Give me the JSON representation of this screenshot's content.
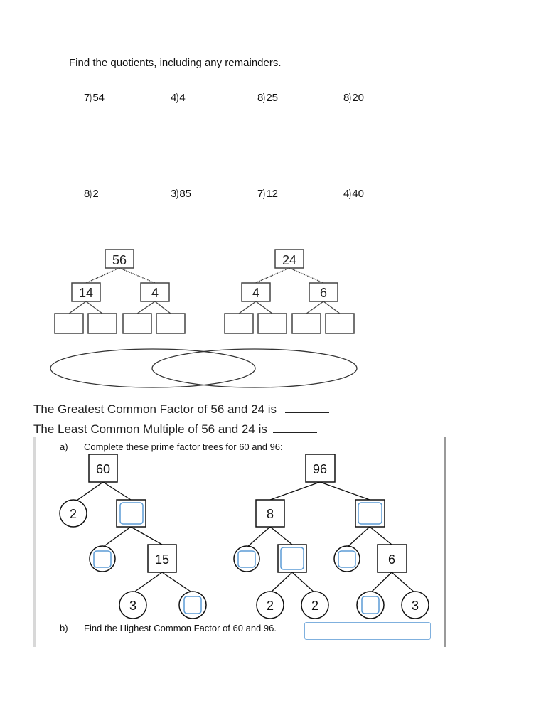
{
  "quotients": {
    "instruction": "Find the quotients, including any remainders.",
    "problems": [
      {
        "divisor": "7",
        "dividend": "54"
      },
      {
        "divisor": "4",
        "dividend": "4"
      },
      {
        "divisor": "8",
        "dividend": "25"
      },
      {
        "divisor": "8",
        "dividend": "20"
      },
      {
        "divisor": "8",
        "dividend": "2"
      },
      {
        "divisor": "3",
        "dividend": "85"
      },
      {
        "divisor": "7",
        "dividend": "12"
      },
      {
        "divisor": "4",
        "dividend": "40"
      }
    ]
  },
  "factor_trees_top": {
    "tree_a": {
      "root": "56",
      "left": "14",
      "right": "4"
    },
    "tree_b": {
      "root": "24",
      "left": "4",
      "right": "6"
    }
  },
  "gcf_sentence": "The Greatest Common Factor of 56 and 24 is",
  "lcm_sentence": "The Least Common Multiple of 56 and 24 is",
  "part_a": {
    "label": "a)",
    "text": "Complete these prime factor trees for 60 and 96:",
    "tree_60": {
      "root": "60",
      "prime": "2",
      "mid": "15",
      "leaf": "3"
    },
    "tree_96": {
      "root": "96",
      "left": "8",
      "leaf_a": "2",
      "leaf_b": "2",
      "right_sub": "6",
      "leaf_c": "3"
    }
  },
  "part_b": {
    "label": "b)",
    "text": "Find the Highest Common Factor of 60 and 96."
  },
  "colors": {
    "input_border": "#5b9bd5",
    "line": "#222222"
  }
}
